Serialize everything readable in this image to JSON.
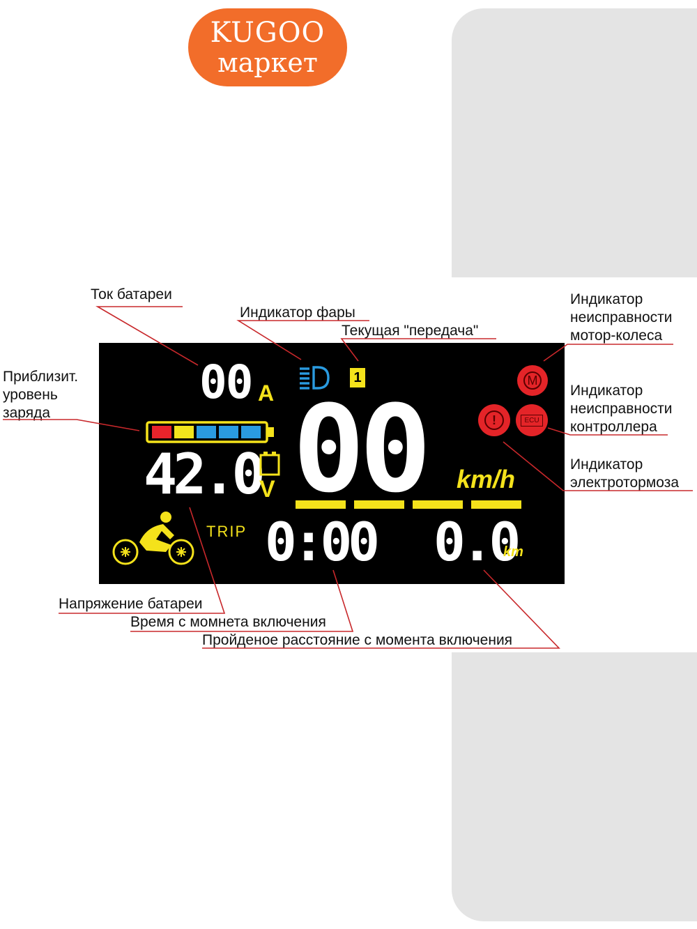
{
  "logo": {
    "line1": "KUGOO",
    "line2": "маркет"
  },
  "labels": {
    "battery_current": "Ток батареи",
    "headlight": "Индикатор фары",
    "gear": "Текущая \"передача\"",
    "charge_1": "Приблизит.",
    "charge_2": "уровень",
    "charge_3": "заряда",
    "motor_1": "Индикатор",
    "motor_2": "неисправности",
    "motor_3": "мотор-колеса",
    "controller_1": "Индикатор",
    "controller_2": "неисправности",
    "controller_3": "контроллера",
    "ebrake_1": "Индикатор",
    "ebrake_2": "электротормоза",
    "voltage": "Напряжение батареи",
    "time": "Время с момнета включения",
    "distance": "Пройденое расстояние с момента включения"
  },
  "display": {
    "current_value": "00",
    "current_unit": "A",
    "gear_value": "1",
    "voltage_value": "42.0",
    "voltage_unit": "V",
    "speed_value": "00",
    "speed_unit": "km/h",
    "trip_label": "TRIP",
    "time_value": "0:00",
    "distance_value": "0.0",
    "distance_unit": "km",
    "motor_icon_text": "M",
    "brake_icon_text": "!",
    "ecu_icon_text": "ECU"
  },
  "battery_level": {
    "segments_lit": 5,
    "segments_total": 5,
    "colors": [
      "#e8242b",
      "#f2e51c",
      "#2a9be0",
      "#2a9be0",
      "#2a9be0"
    ]
  },
  "colors": {
    "logo_orange": "#f26d2a",
    "lcd_white": "#ffffff",
    "lcd_yellow": "#f4e21b",
    "lcd_blue": "#2a9be0",
    "lcd_red": "#e42428",
    "callout_red": "#c8282b"
  }
}
